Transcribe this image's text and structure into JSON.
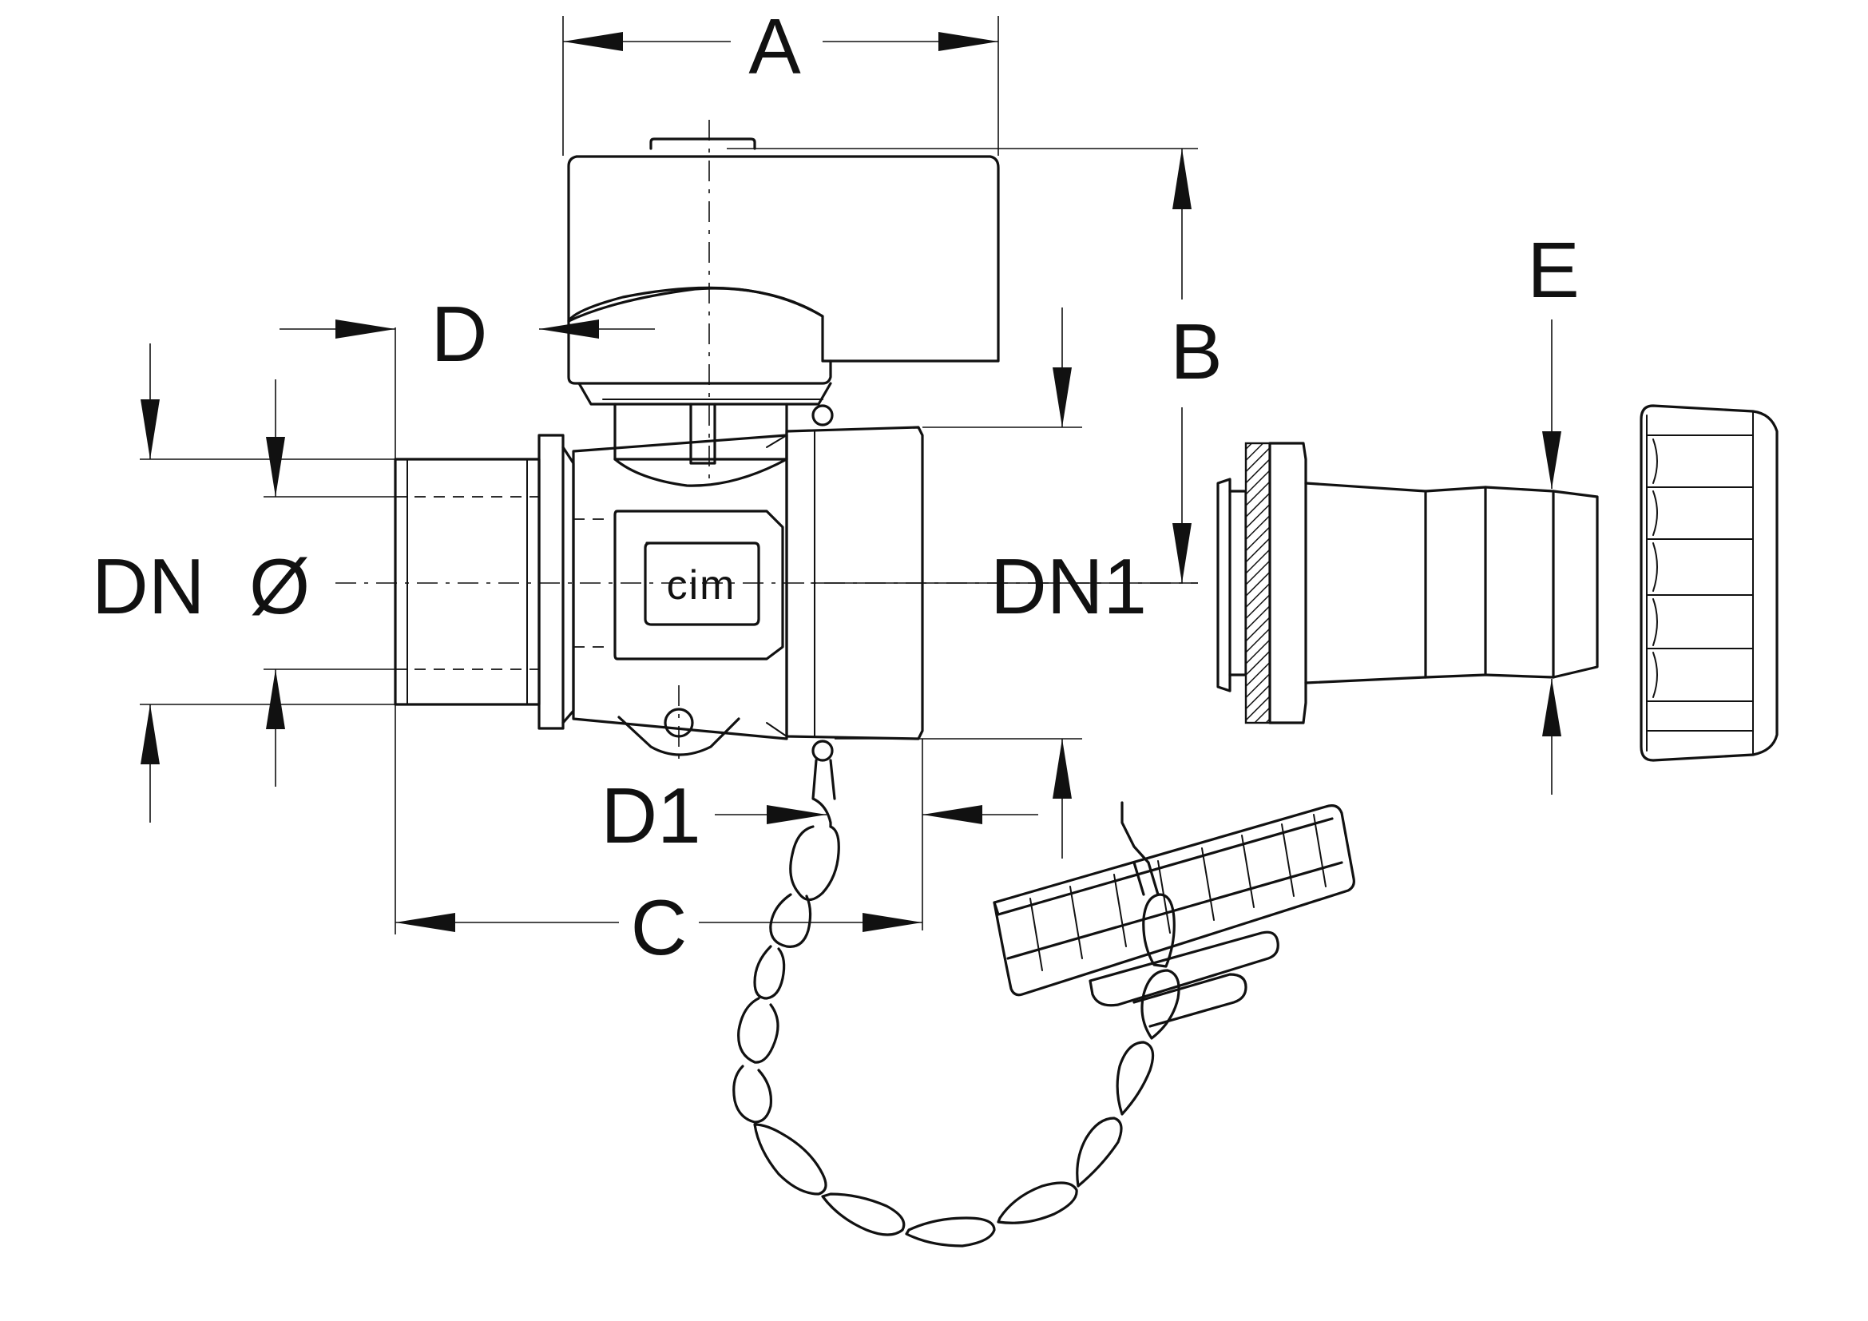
{
  "labels": {
    "A": "A",
    "B": "B",
    "C": "C",
    "D": "D",
    "D1": "D1",
    "E": "E",
    "DN": "DN",
    "DN_dia": "Ø",
    "DN1": "DN1"
  },
  "logo": "cim"
}
